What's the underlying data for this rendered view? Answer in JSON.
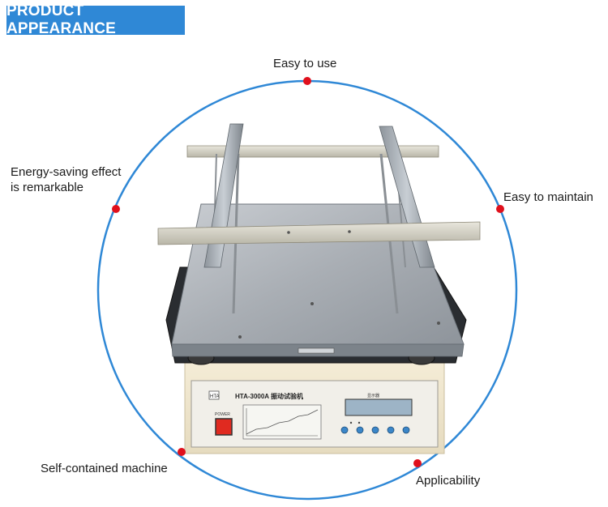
{
  "header": {
    "title": "PRODUCT APPEARANCE"
  },
  "features": [
    {
      "label": "Easy to use"
    },
    {
      "label": "Energy-saving effect\nis remarkable"
    },
    {
      "label": "Easy to maintain"
    },
    {
      "label": "Self-contained machine"
    },
    {
      "label": "Applicability"
    }
  ],
  "machine": {
    "model_text": "HTA-3000A  振动试验机",
    "brand_text": "HTA",
    "display_label": "显示器",
    "power_label": "POWER"
  },
  "colors": {
    "accent": "#2f88d6",
    "circle": "#2f88d6",
    "dot": "#e0101c"
  }
}
